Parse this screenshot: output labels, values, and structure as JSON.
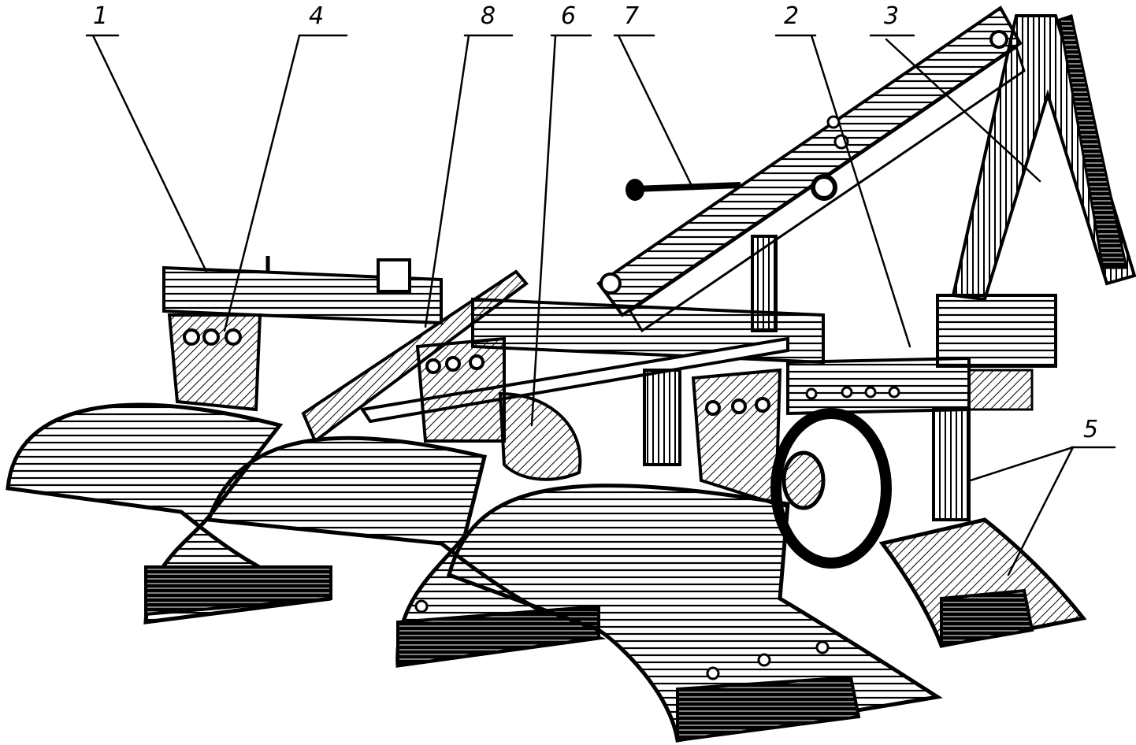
{
  "figure": {
    "callouts": [
      {
        "id": "1",
        "label": "1"
      },
      {
        "id": "4",
        "label": "4"
      },
      {
        "id": "8",
        "label": "8"
      },
      {
        "id": "6",
        "label": "6"
      },
      {
        "id": "7",
        "label": "7"
      },
      {
        "id": "2",
        "label": "2"
      },
      {
        "id": "3",
        "label": "3"
      },
      {
        "id": "5",
        "label": "5"
      }
    ]
  }
}
